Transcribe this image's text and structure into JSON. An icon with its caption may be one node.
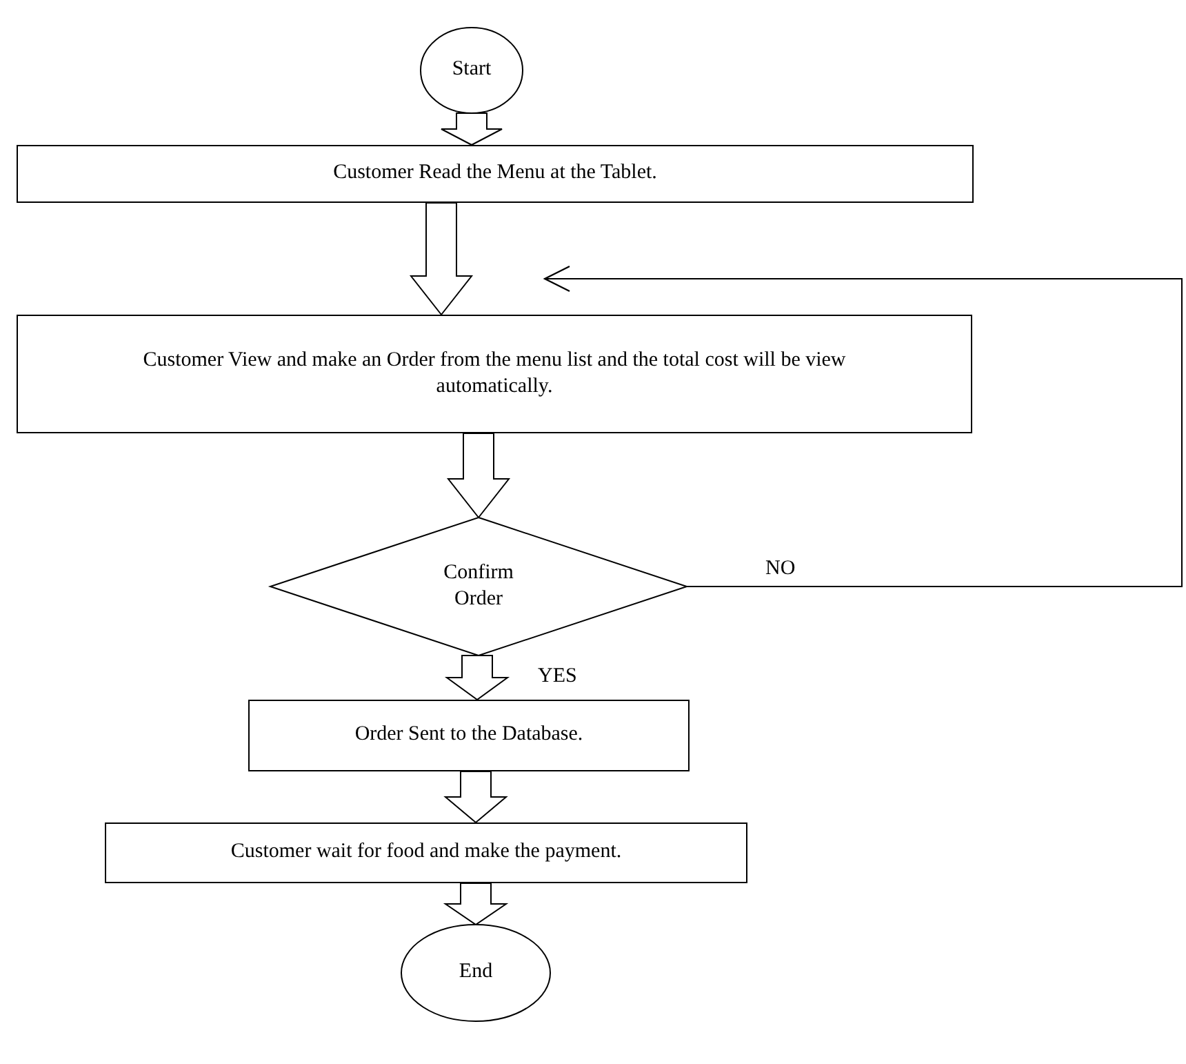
{
  "diagram": {
    "nodes": [
      {
        "text": [
          "Start"
        ]
      },
      {
        "text": [
          "Customer Read the Menu at the Tablet."
        ]
      },
      {
        "text": [
          "Customer View and make an Order from the menu list and the total cost will be view automatically."
        ]
      },
      {
        "text": [
          "Confirm Order"
        ]
      },
      {
        "text": [
          "Order Sent to the Database."
        ]
      },
      {
        "text": [
          "Customer wait for food and make the payment."
        ]
      },
      {
        "text": [
          "End"
        ]
      }
    ],
    "edges": [
      {
        "from": 0,
        "to": 1,
        "arrow": "to"
      },
      {
        "from": 1,
        "to": 2,
        "arrow": "to"
      },
      {
        "from": 2,
        "to": 3,
        "arrow": "to"
      },
      {
        "from": 3,
        "to": 4,
        "arrow": "to",
        "label": "YES"
      },
      {
        "from": 4,
        "to": 5,
        "arrow": "to"
      },
      {
        "from": 5,
        "to": 6,
        "arrow": "to"
      },
      {
        "from": 3,
        "to": null,
        "arrow": "to",
        "label": "NO"
      }
    ]
  }
}
